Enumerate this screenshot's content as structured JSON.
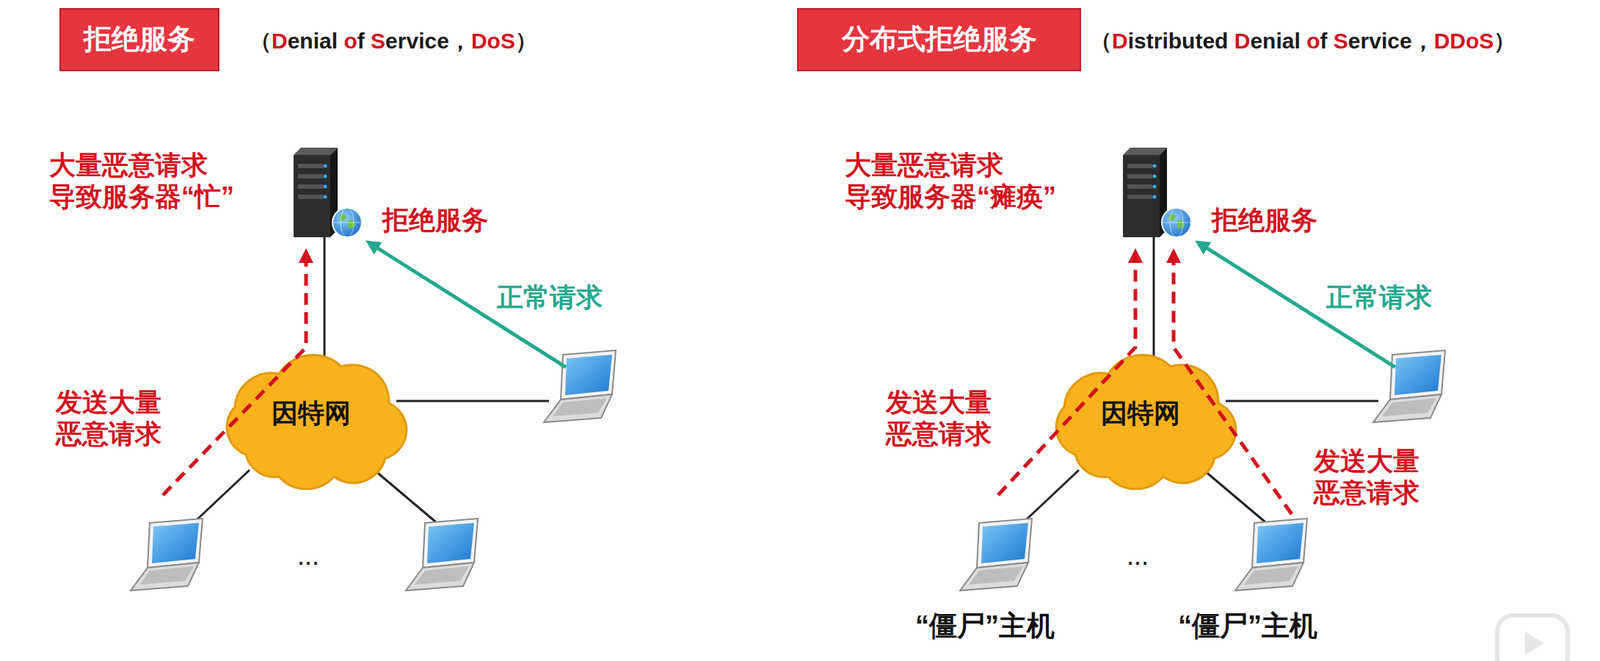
{
  "diagram": {
    "nodes": [
      {
        "text": [
          "拒绝服务"
        ]
      },
      {
        "text": [
          "因特网"
        ]
      },
      {
        "text": [
          "分布式拒绝服务"
        ]
      },
      {
        "text": [
          "因特网"
        ]
      }
    ],
    "labels": [
      "（Denial of Service，DoS）",
      "大量恶意请求 导致服务器“忙”",
      "拒绝服务",
      "正常请求",
      "发送大量 恶意请求",
      "...",
      "（Distributed Denial of Service，DDoS）",
      "大量恶意请求 导致服务器“瘫痪”",
      "拒绝服务",
      "正常请求",
      "发送大量 恶意请求",
      "发送大量 恶意请求",
      "...",
      "“僵尸”主机",
      "“僵尸”主机"
    ]
  }
}
